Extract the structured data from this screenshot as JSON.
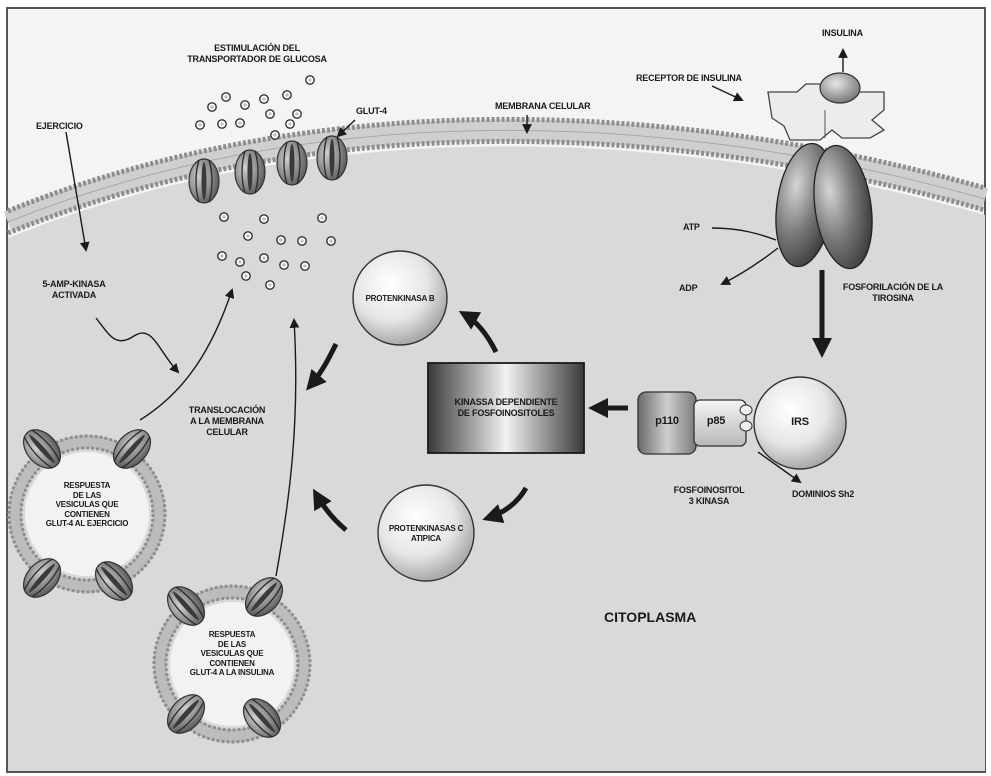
{
  "labels": {
    "estimulacion": [
      "ESTIMULACIÓN DEL",
      "TRANSPORTADOR DE GLUCOSA"
    ],
    "glut4": "GLUT-4",
    "membrana_celular": "MEMBRANA CELULAR",
    "receptor_insulina": "RECEPTOR DE INSULINA",
    "insulina": "INSULINA",
    "ejercicio": "EJERCICIO",
    "ampk": [
      "5-AMP-KINASA",
      "ACTIVADA"
    ],
    "atp": "ATP",
    "adp": "ADP",
    "fosforilacion": [
      "FOSFORILACIÓN DE LA",
      "TIROSINA"
    ],
    "protenkinasa_b": "PROTENKINASA B",
    "kinasa_dependiente": [
      "KINASSA DEPENDIENTE",
      "DE FOSFOINOSITOLES"
    ],
    "p110": "p110",
    "p85": "p85",
    "irs": "IRS",
    "translocacion": [
      "TRANSLOCACIÓN",
      "A LA MEMBRANA",
      "CELULAR"
    ],
    "fosfoinositol": [
      "FOSFOINOSITOL",
      "3 KINASA"
    ],
    "dominios": "DOMINIOS Sh2",
    "protenkinasa_c": [
      "PROTENKINASAS C",
      "ATIPICA"
    ],
    "vesicula_ejercicio": [
      "RESPUESTA",
      "DE LAS",
      "VESICULAS QUE",
      "CONTIENEN",
      "GLUT-4 AL EJERCICIO"
    ],
    "vesicula_insulina": [
      "RESPUESTA",
      "DE LAS",
      "VESICULAS QUE",
      "CONTIENEN",
      "GLUT-4 A LA INSULINA"
    ],
    "citoplasma": "CITOPLASMA"
  },
  "icons": {
    "glut4_transporter": "barrel-channel-icon",
    "glucose_molecule": "ring-molecule-icon",
    "vesicle": "lipid-vesicle-icon",
    "receptor": "insulin-receptor-icon"
  },
  "colors": {
    "cytoplasm": "#d9d9d9",
    "membrane_head": "#bdbdbd",
    "extracellular": "#f4f4f4",
    "frame": "#555555",
    "text": "#1a1a1a"
  }
}
